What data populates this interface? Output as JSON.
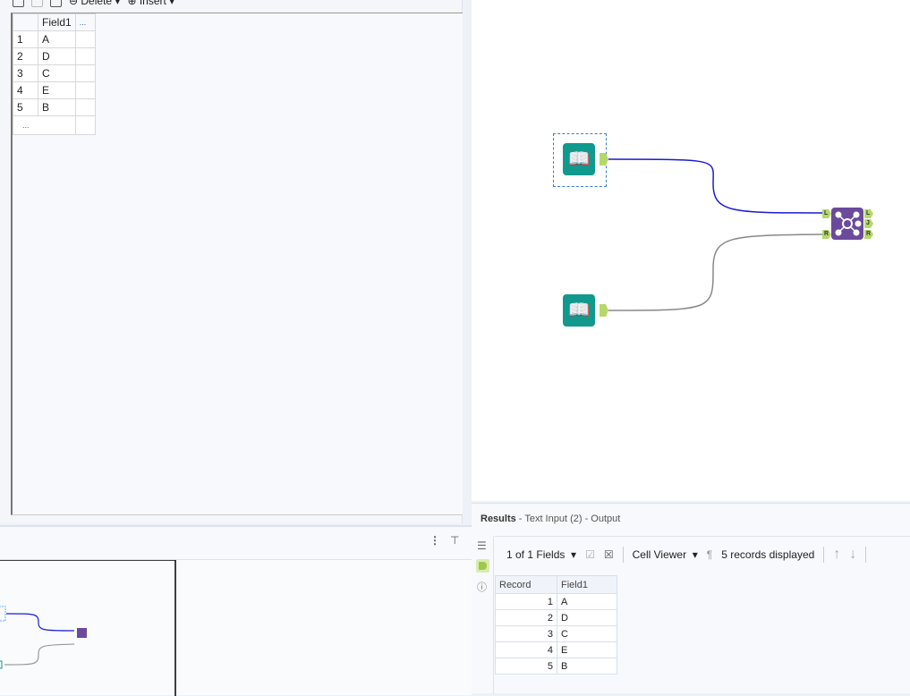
{
  "toolbar": {
    "delete_label": "Delete",
    "insert_label": "Insert"
  },
  "grid": {
    "header": "Field1",
    "more_col": "...",
    "rows": [
      {
        "n": "1",
        "v": "A"
      },
      {
        "n": "2",
        "v": "D"
      },
      {
        "n": "3",
        "v": "C"
      },
      {
        "n": "4",
        "v": "E"
      },
      {
        "n": "5",
        "v": "B"
      }
    ],
    "add_row": "..."
  },
  "results": {
    "title": "Results",
    "subtitle": " - Text Input (2) - Output",
    "fields_label": "1 of 1 Fields",
    "cell_viewer": "Cell Viewer",
    "records": "5 records displayed",
    "col_record": "Record",
    "col_field": "Field1",
    "rows": [
      {
        "n": "1",
        "v": "A"
      },
      {
        "n": "2",
        "v": "D"
      },
      {
        "n": "3",
        "v": "C"
      },
      {
        "n": "4",
        "v": "E"
      },
      {
        "n": "5",
        "v": "B"
      }
    ]
  },
  "join": {
    "in_left": "L",
    "in_right": "R",
    "out_left": "L",
    "out_join": "J",
    "out_right": "R"
  },
  "colors": {
    "input_tool": "#11998e",
    "join_tool": "#6b4a9c",
    "anchor": "#b5d86a",
    "conn_selected": "#1a1ad6",
    "conn": "#888888"
  }
}
